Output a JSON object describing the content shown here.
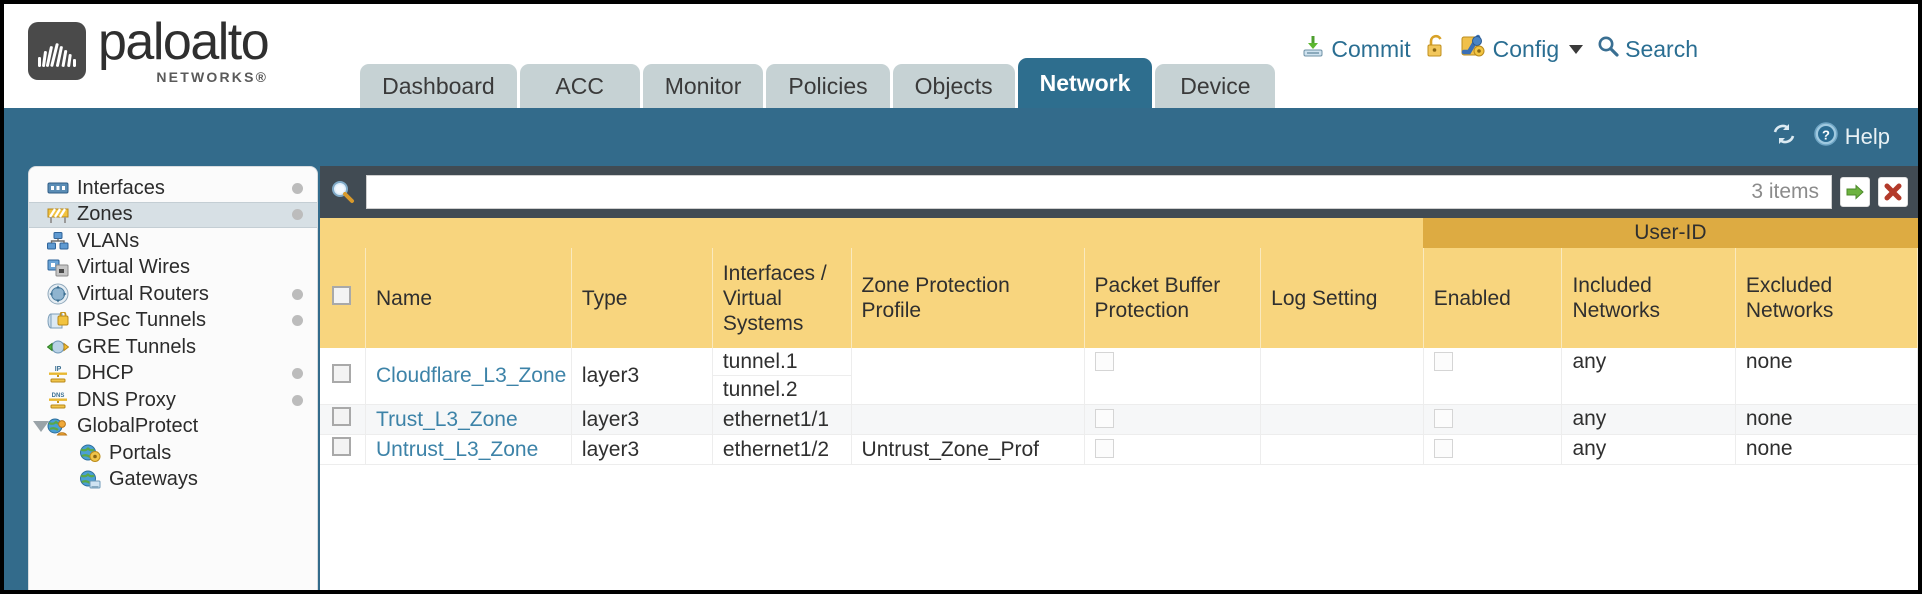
{
  "brand": {
    "name": "paloalto",
    "sub": "NETWORKS®"
  },
  "nav_tabs": [
    {
      "label": "Dashboard",
      "active": false
    },
    {
      "label": "ACC",
      "active": false
    },
    {
      "label": "Monitor",
      "active": false
    },
    {
      "label": "Policies",
      "active": false
    },
    {
      "label": "Objects",
      "active": false
    },
    {
      "label": "Network",
      "active": true
    },
    {
      "label": "Device",
      "active": false
    }
  ],
  "top_actions": {
    "commit": "Commit",
    "config": "Config",
    "search": "Search",
    "lock_icon": "lock-icon",
    "commit_icon": "commit-icon",
    "config_icon": "config-icon",
    "search_icon": "search-icon"
  },
  "blue_band": {
    "refresh_icon": "refresh-icon",
    "help": "Help",
    "help_icon": "help-icon"
  },
  "sidebar": {
    "items": [
      {
        "label": "Interfaces",
        "icon": "interfaces-icon",
        "dot": true,
        "selected": false,
        "child": false,
        "caret": false
      },
      {
        "label": "Zones",
        "icon": "zones-icon",
        "dot": true,
        "selected": true,
        "child": false,
        "caret": false
      },
      {
        "label": "VLANs",
        "icon": "vlans-icon",
        "dot": false,
        "selected": false,
        "child": false,
        "caret": false
      },
      {
        "label": "Virtual Wires",
        "icon": "virtual-wires-icon",
        "dot": false,
        "selected": false,
        "child": false,
        "caret": false
      },
      {
        "label": "Virtual Routers",
        "icon": "virtual-routers-icon",
        "dot": true,
        "selected": false,
        "child": false,
        "caret": false
      },
      {
        "label": "IPSec Tunnels",
        "icon": "ipsec-tunnels-icon",
        "dot": true,
        "selected": false,
        "child": false,
        "caret": false
      },
      {
        "label": "GRE Tunnels",
        "icon": "gre-tunnels-icon",
        "dot": false,
        "selected": false,
        "child": false,
        "caret": false
      },
      {
        "label": "DHCP",
        "icon": "dhcp-icon",
        "dot": true,
        "selected": false,
        "child": false,
        "caret": false
      },
      {
        "label": "DNS Proxy",
        "icon": "dns-proxy-icon",
        "dot": true,
        "selected": false,
        "child": false,
        "caret": false
      },
      {
        "label": "GlobalProtect",
        "icon": "globalprotect-icon",
        "dot": false,
        "selected": false,
        "child": false,
        "caret": true
      },
      {
        "label": "Portals",
        "icon": "portals-icon",
        "dot": false,
        "selected": false,
        "child": true,
        "caret": false
      },
      {
        "label": "Gateways",
        "icon": "gateways-icon",
        "dot": false,
        "selected": false,
        "child": true,
        "caret": false
      }
    ]
  },
  "search": {
    "value": "",
    "placeholder": "",
    "item_count": "3 items",
    "apply_icon": "apply-filter-icon",
    "clear_icon": "clear-filter-icon",
    "magnifier_icon": "magnifier-icon"
  },
  "table": {
    "group_header": {
      "user_id": "User-ID"
    },
    "columns": [
      "Name",
      "Type",
      "Interfaces / Virtual Systems",
      "Zone Protection Profile",
      "Packet Buffer Protection",
      "Log Setting",
      "Enabled",
      "Included Networks",
      "Excluded Networks"
    ],
    "rows": [
      {
        "name": "Cloudflare_L3_Zone",
        "type": "layer3",
        "interfaces": [
          "tunnel.1",
          "tunnel.2"
        ],
        "zone_protection_profile": "",
        "packet_buffer_protection": false,
        "log_setting": "",
        "user_id_enabled": false,
        "included_networks": "any",
        "excluded_networks": "none"
      },
      {
        "name": "Trust_L3_Zone",
        "type": "layer3",
        "interfaces": [
          "ethernet1/1"
        ],
        "zone_protection_profile": "",
        "packet_buffer_protection": false,
        "log_setting": "",
        "user_id_enabled": false,
        "included_networks": "any",
        "excluded_networks": "none"
      },
      {
        "name": "Untrust_L3_Zone",
        "type": "layer3",
        "interfaces": [
          "ethernet1/2"
        ],
        "zone_protection_profile": "Untrust_Zone_Prof",
        "packet_buffer_protection": false,
        "log_setting": "",
        "user_id_enabled": false,
        "included_networks": "any",
        "excluded_networks": "none"
      }
    ]
  },
  "colors": {
    "brand_dark": "#4a4a4a",
    "tab_inactive": "#c6d2d4",
    "tab_active": "#2e6e8e",
    "band_blue": "#336b8b",
    "header_yellow": "#f8d57e",
    "group_yellow": "#ddab42",
    "link_blue": "#3d83a8",
    "searchbar_dark": "#414b53"
  }
}
